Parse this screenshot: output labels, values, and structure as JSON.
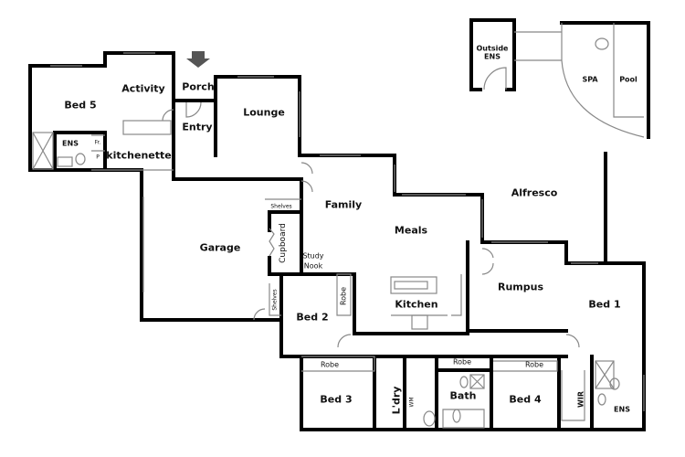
{
  "plan": {
    "type": "house floor plan",
    "entry_arrow": "down-arrow-icon",
    "rooms": {
      "bed5": "Bed 5",
      "activity": "Activity",
      "ens5": "ENS",
      "fridge": "Fr.",
      "pantry": "P",
      "kitchenette": "kitchenette",
      "porch": "Porch",
      "entry": "Entry",
      "lounge": "Lounge",
      "outside_ens_1": "Outside",
      "outside_ens_2": "ENS",
      "spa": "SPA",
      "pool": "Pool",
      "garage": "Garage",
      "shelves_top": "Shelves",
      "cupboard": "Cupboard",
      "shelves_bottom": "Shelves",
      "family": "Family",
      "study_1": "Study",
      "study_2": "Nook",
      "meals": "Meals",
      "alfresco": "Alfresco",
      "kitchen": "Kitchen",
      "rumpus": "Rumpus",
      "bed1": "Bed 1",
      "bed2": "Bed 2",
      "robe2": "Robe",
      "bed3": "Bed 3",
      "robe3": "Robe",
      "laundry": "L'dry",
      "wm": "WM",
      "bath": "Bath",
      "robe_bath": "Robe",
      "bed4": "Bed 4",
      "robe4": "Robe",
      "wir": "WIR",
      "ens1": "ENS"
    }
  }
}
